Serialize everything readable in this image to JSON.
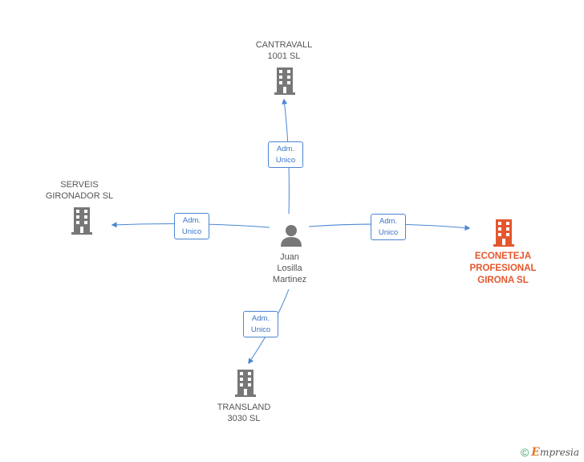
{
  "colors": {
    "edge": "#4a86d4",
    "company": "#777777",
    "company_main": "#e4572e",
    "person": "#777777"
  },
  "center": {
    "name_lines": [
      "Juan",
      "Losilla",
      "Martinez"
    ],
    "icon": "person-icon"
  },
  "companies": [
    {
      "id": "cantravall",
      "lines": [
        "CANTRAVALL",
        "1001 SL"
      ],
      "icon": "building-icon"
    },
    {
      "id": "serveis",
      "lines": [
        "SERVEIS",
        "GIRONADOR SL"
      ],
      "icon": "building-icon"
    },
    {
      "id": "econeteja",
      "lines": [
        "ECONETEJA",
        "PROFESIONAL",
        "GIRONA SL"
      ],
      "icon": "building-icon",
      "highlight": true
    },
    {
      "id": "transland",
      "lines": [
        "TRANSLAND",
        "3030 SL"
      ],
      "icon": "building-icon"
    }
  ],
  "relations": [
    {
      "to": "cantravall",
      "lines": [
        "Adm.",
        "Unico"
      ]
    },
    {
      "to": "serveis",
      "lines": [
        "Adm.",
        "Unico"
      ]
    },
    {
      "to": "econeteja",
      "lines": [
        "Adm.",
        "Unico"
      ]
    },
    {
      "to": "transland",
      "lines": [
        "Adm.",
        "Unico"
      ]
    }
  ],
  "footer": {
    "copyright": "©",
    "brand_initial": "E",
    "brand_rest": "mpresia"
  }
}
